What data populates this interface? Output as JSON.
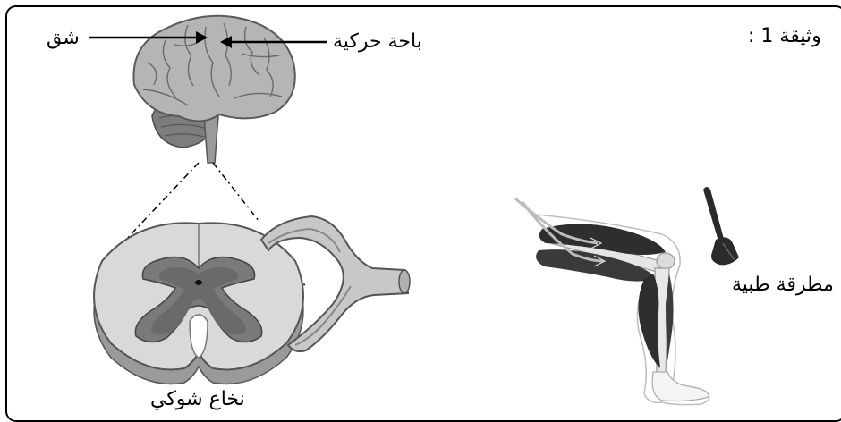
{
  "document": {
    "title": "وثيقة 1 :"
  },
  "labels": {
    "fissure": "شق",
    "motor_area": "باحة حركية",
    "spinal_cord": "نخاع شوكي",
    "reflex_hammer": "مطرقة طبية"
  },
  "colors": {
    "line": "#000000",
    "brain_fill": "#b5b5b5",
    "brain_stroke": "#5a5a5a",
    "gray_matter": "#7a7a7a",
    "white_matter": "#d9d9d9",
    "muscle": "#2e2e2e"
  }
}
